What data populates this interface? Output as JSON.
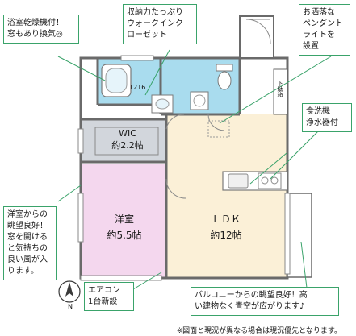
{
  "callouts": {
    "bathroom": [
      "浴室乾燥機付！",
      "窓もあり換気◎"
    ],
    "closet": [
      "収納力たっぷり",
      "ウォークインク",
      "ローゼット"
    ],
    "light": [
      "お洒落な",
      "ペンダント",
      "ライトを",
      "設置"
    ],
    "kitchen": [
      "食洗機",
      "浄水器付"
    ],
    "western": [
      "洋室からの",
      "眺望良好！",
      "窓を開ける",
      "と気持ちの",
      "良い風が入",
      "ります。"
    ],
    "aircon": [
      "エアコン",
      "1台新設"
    ],
    "balcony": [
      "バルコニーからの眺望良好！高",
      "い建物なく青空が広がります♪"
    ]
  },
  "rooms": {
    "bath_size": "1216",
    "wic_name": "WIC",
    "wic_size": "約2.2帖",
    "western_name": "洋室",
    "western_size": "約5.5帖",
    "ldk_name": "ＬＤＫ",
    "ldk_size": "約12帖"
  },
  "labels": {
    "shoebox": "下駄箱",
    "compass": "N"
  },
  "footnote": "※図面と現況が異なる場合は現況優先となります。",
  "colors": {
    "wet_area": "#a9dcee",
    "wic": "#d2d6dc",
    "western": "#f4d7ee",
    "ldk": "#fbf0d7",
    "callout_border": "#3aa36a",
    "wall": "#6a6a6a"
  },
  "icons": [
    "bathtub-icon",
    "toilet-icon",
    "washbasin-icon",
    "washer-pan-icon",
    "sink-icon",
    "stove-icon",
    "ceiling-light-icon",
    "compass-icon"
  ]
}
